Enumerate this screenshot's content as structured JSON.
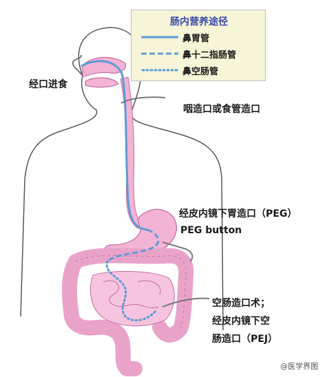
{
  "legend": {
    "title": "肠内营养途径",
    "items": [
      {
        "label": "鼻胃管",
        "style": "solid"
      },
      {
        "label": "鼻十二指肠管",
        "style": "dashed"
      },
      {
        "label": "鼻空肠管",
        "style": "dotted"
      }
    ]
  },
  "labels": {
    "oral": "经口进食",
    "pharyngostomy": "咽造口或食管造口",
    "peg_line1": "经皮内镜下胃造口（PEG）",
    "peg_line2": "PEG button",
    "pej_line1": "空肠造口术；",
    "pej_line2": "经皮内镜下空",
    "pej_line3": "肠造口（PEJ）"
  },
  "watermark": "@医学界图",
  "colors": {
    "tube": "#5b9bd5",
    "organ_pink": "#f2b3d4",
    "organ_stroke": "#c46aa0",
    "body_outline": "#555555",
    "legend_bg": "#f6f5d8",
    "legend_title": "#3a49a8"
  }
}
